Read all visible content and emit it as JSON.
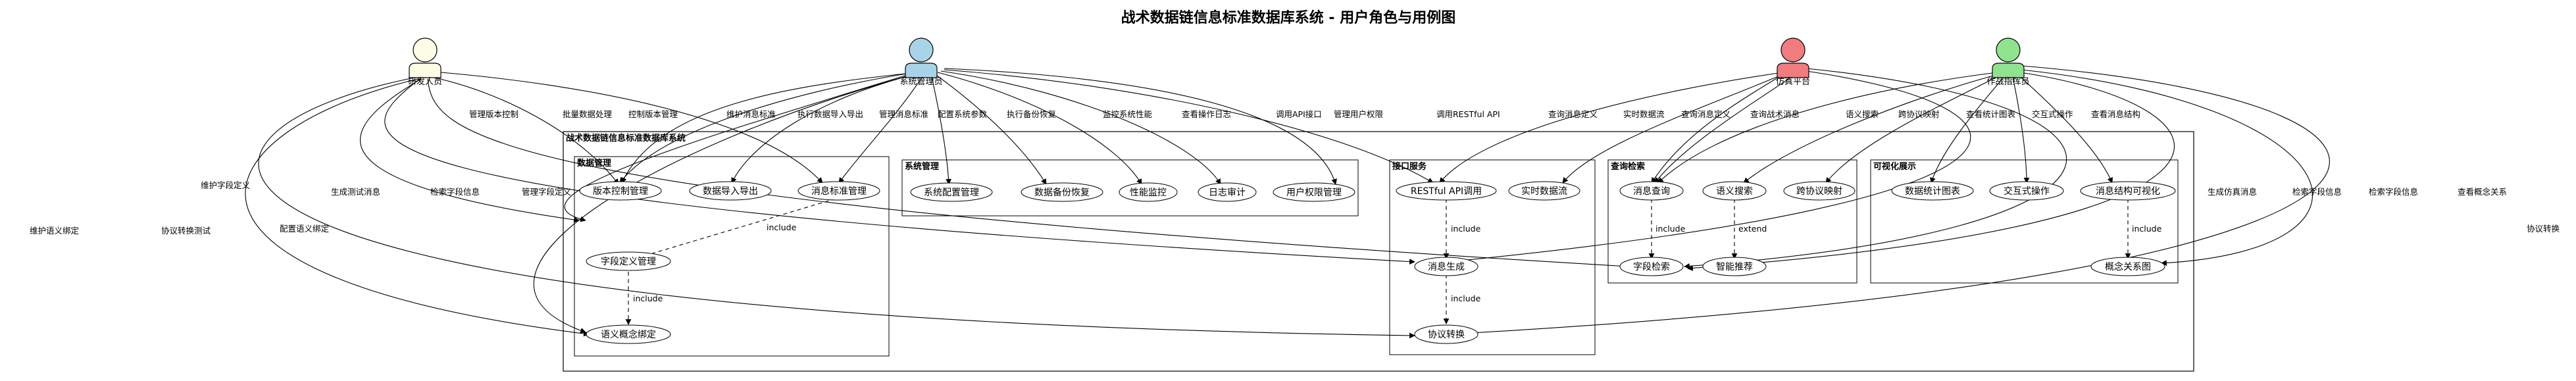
{
  "title": "战术数据链信息标准数据库系统 - 用户角色与用例图",
  "actors": {
    "dev": {
      "name": "研发人员",
      "color": "#fdfde6"
    },
    "admin": {
      "name": "系统管理员",
      "color": "#a9d3e8"
    },
    "sim": {
      "name": "仿真平台",
      "color": "#f07c80"
    },
    "cmd": {
      "name": "作战指挥员",
      "color": "#8fe38f"
    }
  },
  "system": {
    "name": "战术数据链信息标准数据库系统"
  },
  "packages": {
    "data": "数据管理",
    "sys": "系统管理",
    "api": "接口服务",
    "query": "查询检索",
    "vis": "可视化展示"
  },
  "usecases": {
    "version": "版本控制管理",
    "import": "数据导入导出",
    "msgstd": "消息标准管理",
    "field": "字段定义管理",
    "semantic": "语义概念绑定",
    "config": "系统配置管理",
    "backup": "数据备份恢复",
    "perf": "性能监控",
    "log": "日志审计",
    "perm": "用户权限管理",
    "rest": "RESTful API调用",
    "realtime": "实时数据流",
    "msggen": "消息生成",
    "proto": "协议转换",
    "msgq": "消息查询",
    "semsearch": "语义搜索",
    "crossmap": "跨协议映射",
    "fieldsearch": "字段检索",
    "recommend": "智能推荐",
    "stats": "数据统计图表",
    "interact": "交互式操作",
    "structvis": "消息结构可视化",
    "concept": "概念关系图"
  },
  "labels": {
    "dev_version": "管理版本控制",
    "dev_define": "维护字段定义",
    "dev_msgstd": "维护消息标准",
    "dev_gen": "生成测试消息",
    "dev_search": "检索字段信息",
    "dev_bind": "维护语义绑定",
    "dev_proto": "协议转换测试",
    "admin_batch": "批量数据处理",
    "admin_version": "控制版本管理",
    "admin_import": "执行数据导入导出",
    "admin_std": "管理消息标准",
    "admin_config": "配置系统参数",
    "admin_backup": "执行备份恢复",
    "admin_perf": "监控系统性能",
    "admin_log": "查看操作日志",
    "admin_api": "调用API接口",
    "admin_perm": "管理用户权限",
    "admin_field": "管理字段定义",
    "admin_semantic": "配置语义绑定",
    "sim_rest": "调用RESTful API",
    "sim_msgq": "查询消息定义",
    "sim_realtime": "实时数据流",
    "sim_std": "查询消息定义",
    "sim_gen": "生成仿真消息",
    "sim_field": "检索字段信息",
    "cmd_query": "查询战术消息",
    "cmd_sem": "语义搜索",
    "cmd_cross": "跨协议映射",
    "cmd_stats": "查看统计图表",
    "cmd_interact": "交互式操作",
    "cmd_struct": "查看消息结构",
    "cmd_field": "检索字段信息",
    "cmd_concept": "查看概念关系",
    "cmd_proto": "协议转换",
    "include": "include",
    "extend": "extend"
  }
}
